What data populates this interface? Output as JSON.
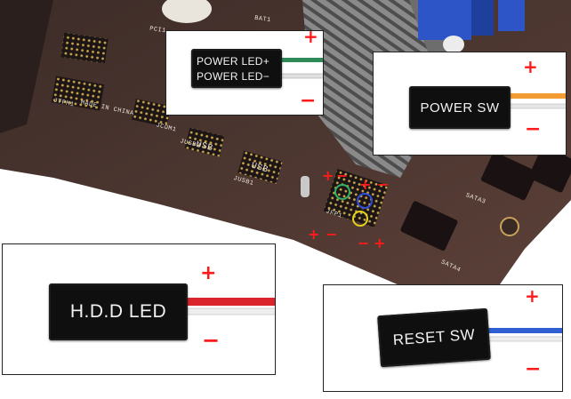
{
  "board_labels": {
    "jtpm1": "JTPM1",
    "made_in_china": "MADE IN CHINA",
    "jcom1": "JCOM1",
    "jusb2": "JUSB2",
    "jusb1": "JUSB1",
    "usb_a": "USB",
    "usb_b": "USB",
    "jfp1": "JFP1",
    "sata3": "SATA3",
    "sata4": "SATA4",
    "pci1": "PCI1",
    "bat1": "BAT1"
  },
  "power_led_inset": {
    "line1": "POWER LED+",
    "line2": "POWER LED−",
    "plus": "+",
    "minus": "−"
  },
  "power_sw_inset": {
    "label": "POWER SW",
    "plus": "+",
    "minus": "−"
  },
  "hdd_led_inset": {
    "label": "H.D.D LED",
    "plus": "+",
    "minus": "−"
  },
  "reset_sw_inset": {
    "label": "RESET SW",
    "plus": "+",
    "minus": "−"
  },
  "header_markers": {
    "top_left_plus": "+",
    "top_left_minus": "−",
    "top_right_plus": "+",
    "top_right_minus": "−",
    "bottom_left_plus": "+",
    "bottom_left_minus": "−",
    "bottom_right_minus": "−",
    "bottom_right_plus": "+"
  },
  "colors": {
    "marker_red": "#ff1a1a",
    "wire_green": "#2e8b57",
    "wire_orange": "#f39c34",
    "wire_red": "#d9252b",
    "wire_blue": "#2f5fd0",
    "board_brown": "#4a3530",
    "connector_black": "#0f0f0f"
  }
}
